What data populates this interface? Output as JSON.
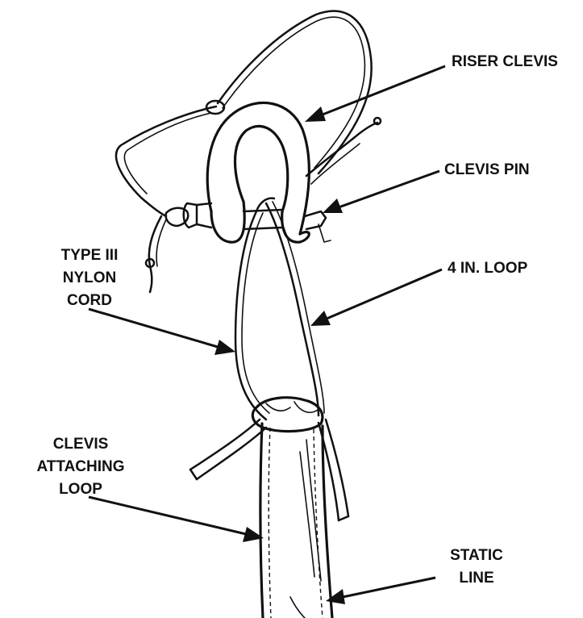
{
  "labels": {
    "riser_clevis": "RISER CLEVIS",
    "clevis_pin": "CLEVIS PIN",
    "four_in_loop": "4 IN. LOOP",
    "type_iii_nylon_cord": [
      "TYPE III",
      "NYLON",
      "CORD"
    ],
    "clevis_attaching_loop": [
      "CLEVIS",
      "ATTACHING",
      "LOOP"
    ],
    "static_line": [
      "STATIC",
      "LINE"
    ]
  },
  "colors": {
    "ink": "#111111",
    "background": "#ffffff"
  }
}
